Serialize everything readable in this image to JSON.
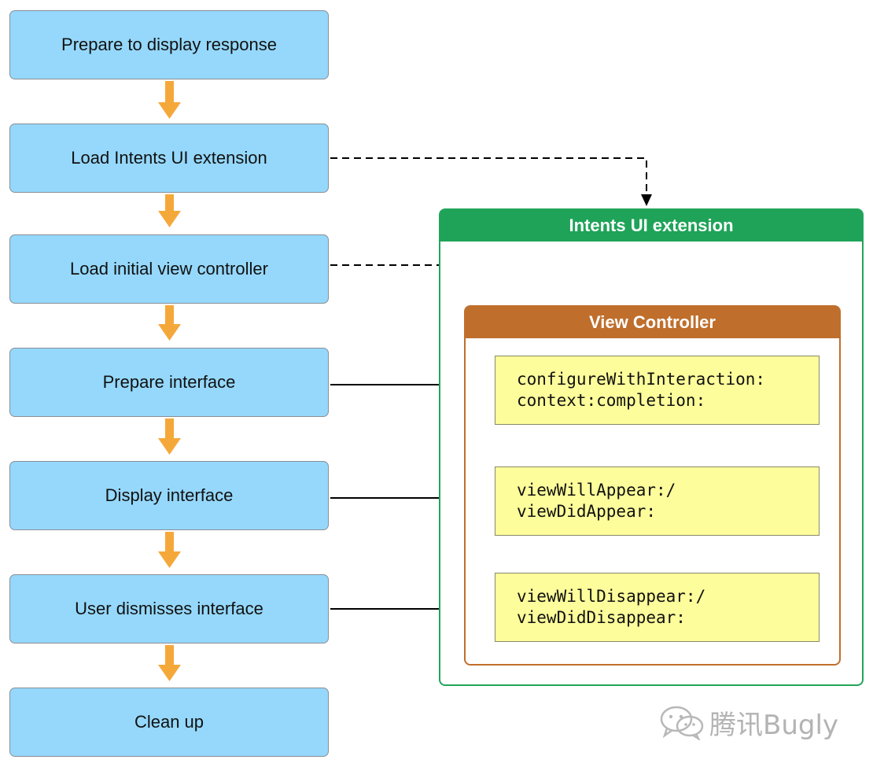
{
  "flow": {
    "steps": [
      "Prepare to display response",
      "Load Intents UI extension",
      "Load initial view controller",
      "Prepare interface",
      "Display interface",
      "User dismisses interface",
      "Clean up"
    ]
  },
  "extension": {
    "title": "Intents UI extension",
    "view_controller": {
      "title": "View Controller",
      "methods": [
        "configureWithInteraction:\ncontext:completion:",
        "viewWillAppear:/\nviewDidAppear:",
        "viewWillDisappear:/\nviewDidDisappear:"
      ]
    }
  },
  "watermark": {
    "text": "腾讯Bugly",
    "icon": "wechat-icon"
  },
  "colors": {
    "step_fill": "#95d8fb",
    "flow_arrow": "#f5a83a",
    "extension_header": "#1fa358",
    "view_controller_header": "#bf6e2c",
    "method_fill": "#fdfd9b"
  }
}
